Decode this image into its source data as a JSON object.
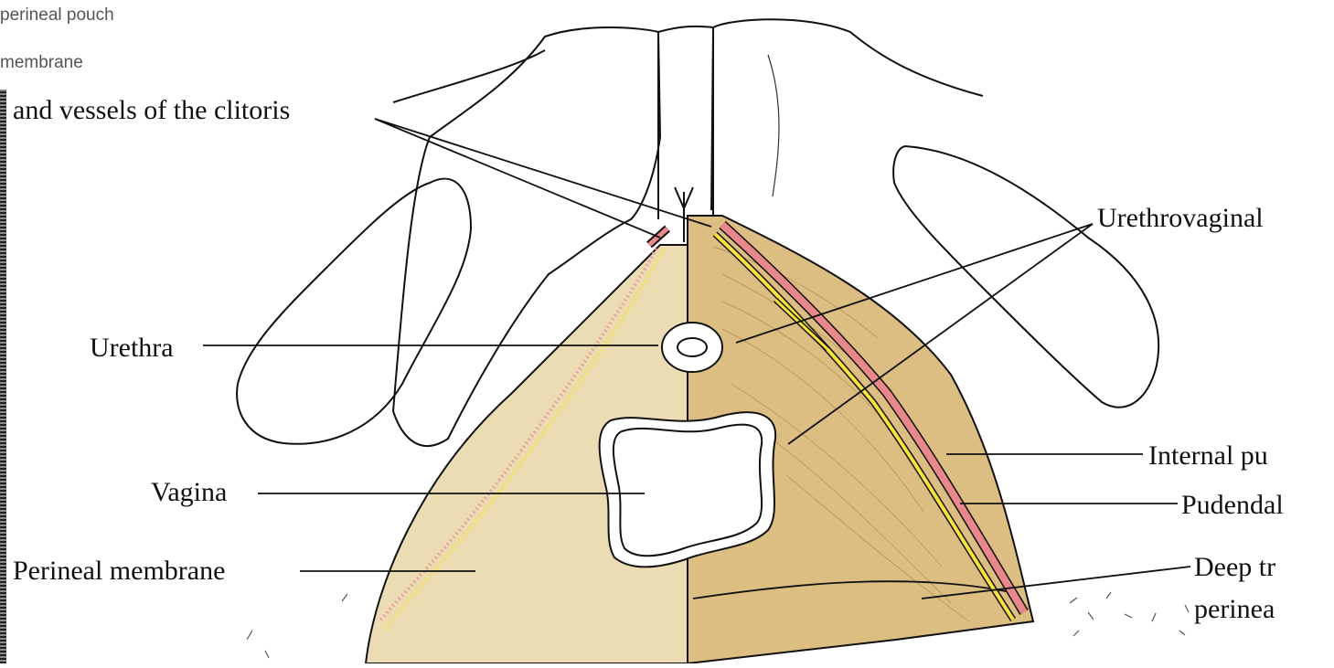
{
  "header_captions": [
    "perineal pouch",
    "membrane"
  ],
  "labels": {
    "nerves_vessels_clitoris": "and vessels of the clitoris",
    "urethra": "Urethra",
    "vagina": "Vagina",
    "perineal_membrane": "Perineal membrane",
    "urethrovaginal": "Urethrovaginal",
    "internal_pudendal": "Internal pu",
    "pudendal": "Pudendal",
    "deep_transverse_1": "Deep tr",
    "deep_transverse_2": "perinea"
  },
  "colors": {
    "membrane_light": "#ecdcb4",
    "muscle_tan": "#dcbd82",
    "artery_pink": "#e8888a",
    "nerve_yellow": "#f5e23a",
    "outline": "#111111"
  }
}
